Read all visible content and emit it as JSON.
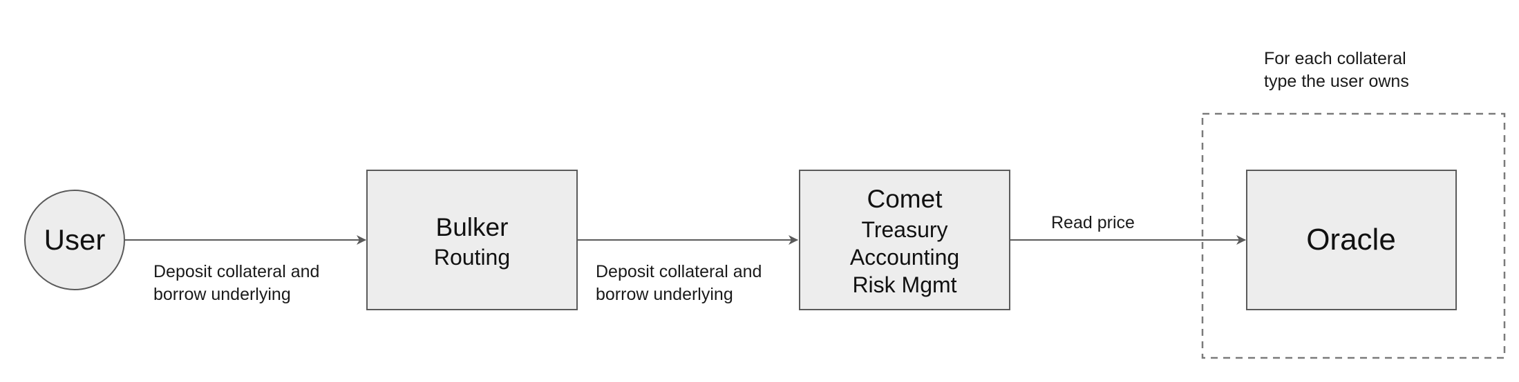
{
  "nodes": {
    "user": {
      "label": "User"
    },
    "bulker": {
      "title": "Bulker",
      "subtitle": "Routing"
    },
    "comet": {
      "title": "Comet",
      "lines": [
        "Treasury",
        "Accounting",
        "Risk Mgmt"
      ]
    },
    "oracle": {
      "label": "Oracle"
    }
  },
  "edges": {
    "user_to_bulker": {
      "lines": [
        "Deposit collateral and",
        "borrow underlying"
      ]
    },
    "bulker_to_comet": {
      "lines": [
        "Deposit collateral and",
        "borrow underlying"
      ]
    },
    "comet_to_oracle": {
      "label": "Read price"
    }
  },
  "group": {
    "caption": [
      "For each collateral",
      "type the user owns"
    ]
  },
  "colors": {
    "node_fill": "#ededed",
    "node_stroke": "#5a5a5a",
    "edge_stroke": "#5a5a5a",
    "group_stroke": "#7a7a7a",
    "text": "#111111"
  }
}
